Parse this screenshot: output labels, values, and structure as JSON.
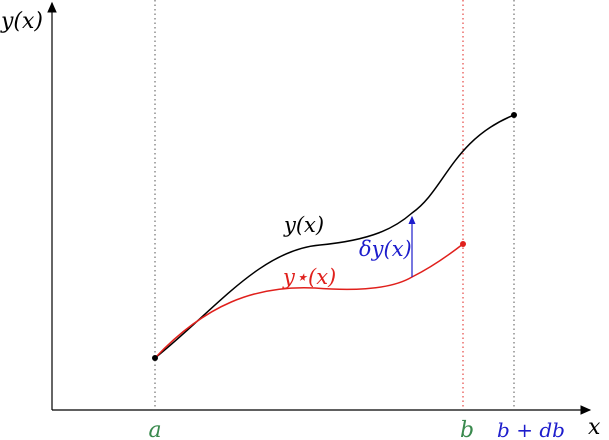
{
  "labels": {
    "y_axis": "y(x)",
    "x_axis": "x",
    "tick_a": "a",
    "tick_b": "b",
    "tick_b_plus_db": "b + db",
    "curve_y": "y(x)",
    "curve_ystar": "y⋆(x)",
    "variation": "δy(x)"
  },
  "colors": {
    "axis": "#000000",
    "curve_y": "#000000",
    "curve_ystar": "#e0201c",
    "variation_arrow": "#1d1dcc",
    "tick_a_label": "#3a8a4e",
    "tick_b_label": "#3a8a4e",
    "tick_b_plus_db_label": "#1d1dcc",
    "guide_dotted": "#555555",
    "guide_red_dotted": "#e0201c"
  }
}
